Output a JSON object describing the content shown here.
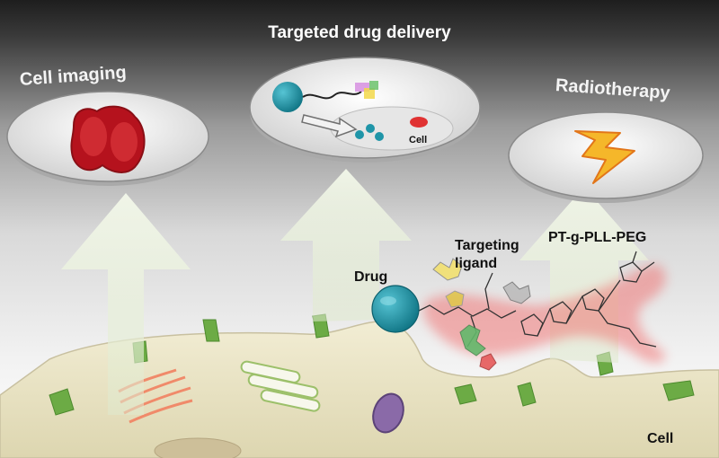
{
  "title": "Targeted drug delivery",
  "panels": {
    "imaging": "Cell imaging",
    "radiotherapy": "Radiotherapy",
    "delivery_cell": "Cell"
  },
  "labels": {
    "drug": "Drug",
    "ligand_line1": "Targeting",
    "ligand_line2": "ligand",
    "polymer": "PT-g-PLL-PEG",
    "cell": "Cell"
  },
  "colors": {
    "cell_body": "#ece6c6",
    "receptor": "#6cab45",
    "drug": "#1f95a8",
    "polymer_glow": "#f26060",
    "arrow": "#e4efd6",
    "lightning": "#f5b72a"
  }
}
